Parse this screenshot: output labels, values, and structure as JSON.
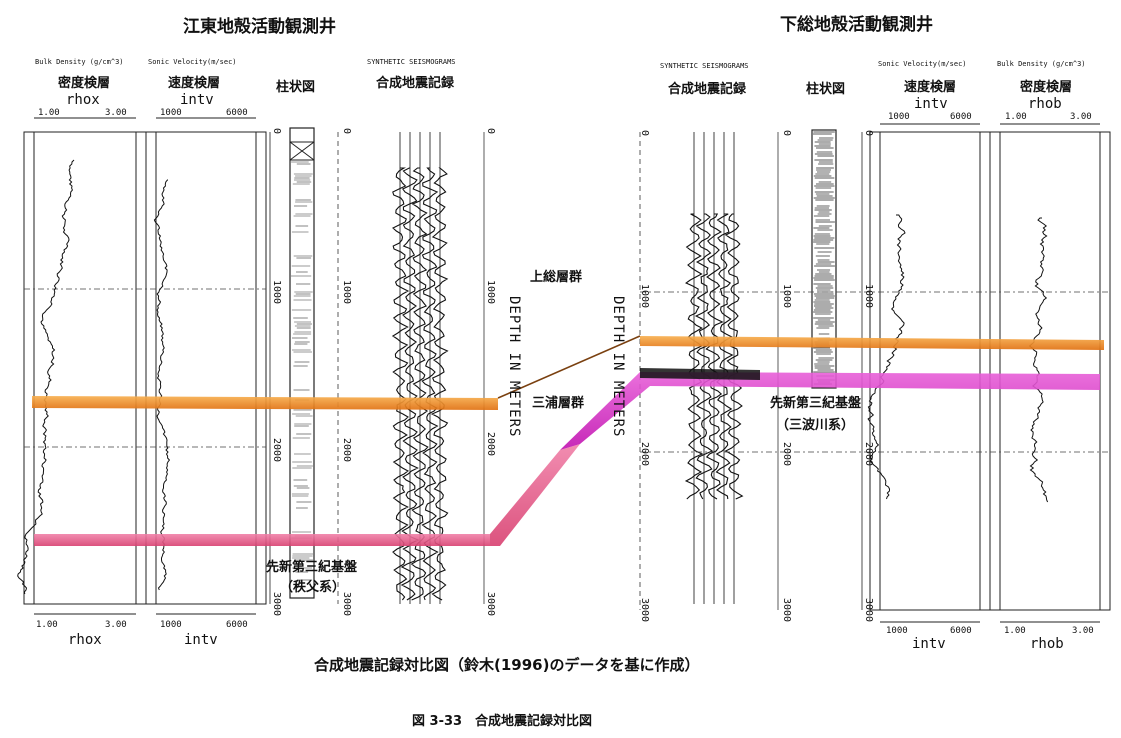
{
  "titles": {
    "left_well": "江東地殻活動観測井",
    "right_well": "下総地殻活動観測井"
  },
  "left_tracks": {
    "density": {
      "en": "Bulk Density (g/cm^3)",
      "jp": "密度検層",
      "curve": "rhox",
      "min": "1.00",
      "max": "3.00"
    },
    "velocity": {
      "en": "Sonic Velocity(m/sec)",
      "jp": "速度検層",
      "curve": "intv",
      "min": "1000",
      "max": "6000"
    },
    "column": {
      "jp": "柱状図"
    },
    "seismo": {
      "en": "SYNTHETIC SEISMOGRAMS",
      "jp": "合成地震記録"
    }
  },
  "right_tracks": {
    "seismo": {
      "en": "SYNTHETIC SEISMOGRAMS",
      "jp": "合成地震記録"
    },
    "column": {
      "jp": "柱状図"
    },
    "velocity": {
      "en": "Sonic Velocity(m/sec)",
      "jp": "速度検層",
      "curve": "intv",
      "min": "1000",
      "max": "6000"
    },
    "density": {
      "en": "Bulk Density (g/cm^3)",
      "jp": "密度検層",
      "curve": "rhob",
      "min": "1.00",
      "max": "3.00"
    }
  },
  "depth_axis": {
    "label": "DEPTH IN METERS",
    "ticks": [
      "0",
      "1000",
      "2000",
      "3000"
    ]
  },
  "annotations": {
    "kazusa": "上総層群",
    "miura": "三浦層群",
    "left_basement_1": "先新第三紀基盤",
    "left_basement_2": "（秩父系）",
    "right_basement_1": "先新第三紀基盤",
    "right_basement_2": "（三波川系）"
  },
  "caption": "合成地震記録対比図（鈴木(1996)のデータを基に作成）",
  "figure_label": "図 3-33　合成地震記録対比図",
  "colors": {
    "orange_horizon": "#f08a20",
    "pink_horizon": "#e8508a",
    "magenta_horizon": "#d020c0",
    "ink": "#1a1a1a"
  },
  "horizons": {
    "left_orange_depth": 1700,
    "left_pink_depth": 2570,
    "right_orange_depth": 1310,
    "right_magenta_depth": 1540
  }
}
